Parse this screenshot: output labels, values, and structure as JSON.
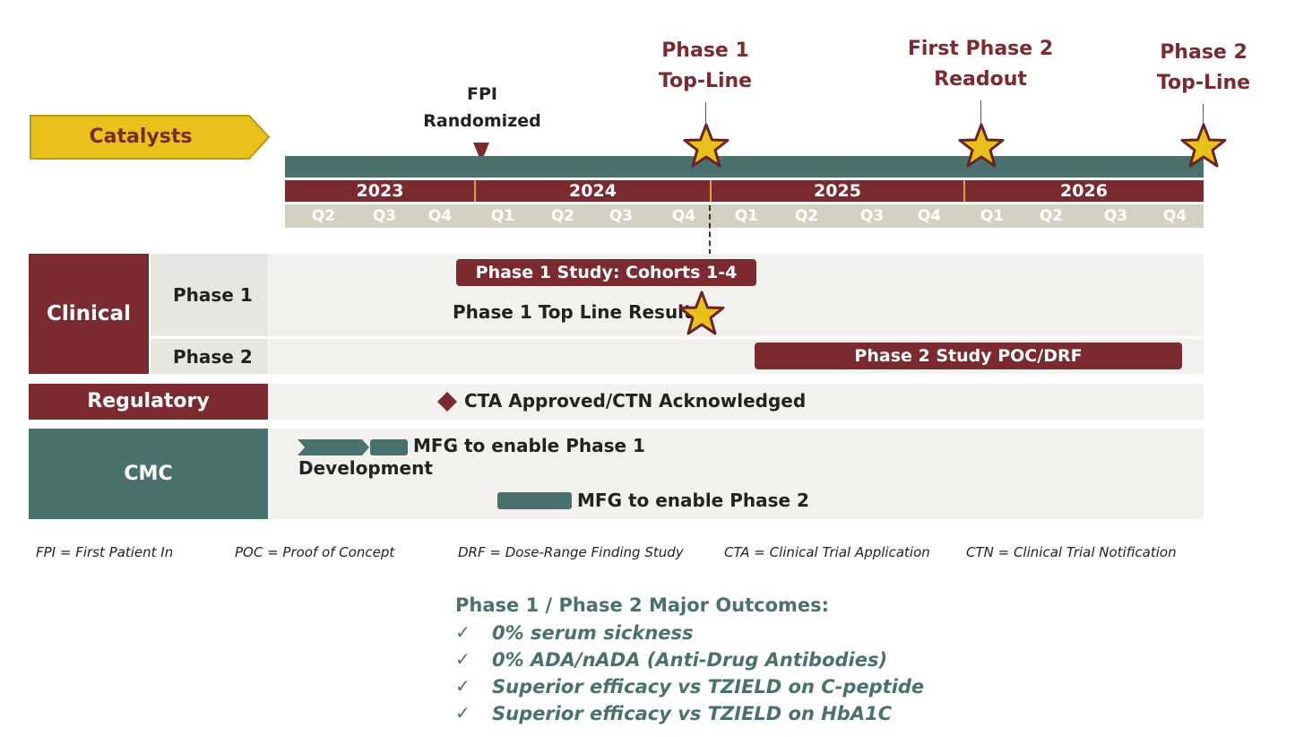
{
  "catalysts_label": "Catalysts",
  "timeline": {
    "years": [
      "2023",
      "2024",
      "2025",
      "2026"
    ],
    "quarters": [
      "Q2",
      "Q3",
      "Q4",
      "Q1",
      "Q2",
      "Q3",
      "Q4",
      "Q1",
      "Q2",
      "Q3",
      "Q4",
      "Q1",
      "Q2",
      "Q3",
      "Q4"
    ]
  },
  "milestones": {
    "fpi": {
      "line1": "FPI",
      "line2": "Randomized"
    },
    "phase1_topline": {
      "line1": "Phase 1",
      "line2": "Top-Line"
    },
    "phase2_readout": {
      "line1": "First Phase 2",
      "line2": "Readout"
    },
    "phase2_topline": {
      "line1": "Phase 2",
      "line2": "Top-Line"
    }
  },
  "sections": {
    "clinical": {
      "label": "Clinical",
      "phase1_label": "Phase 1",
      "phase2_label": "Phase 2",
      "phase1_study": "Phase 1 Study: Cohorts 1-4",
      "phase1_results": "Phase 1 Top Line Results",
      "phase2_study": "Phase 2 Study POC/DRF"
    },
    "regulatory": {
      "label": "Regulatory",
      "cta": "CTA Approved/CTN Acknowledged"
    },
    "cmc": {
      "label": "CMC",
      "mfg1": "MFG to enable Phase 1",
      "development": "Development",
      "mfg2": "MFG to enable Phase 2"
    }
  },
  "legend": [
    "FPI = First Patient In",
    "POC = Proof of Concept",
    "DRF = Dose-Range Finding Study",
    "CTA = Clinical Trial Application",
    "CTN =  Clinical Trial Notification"
  ],
  "outcomes": {
    "title": "Phase 1 / Phase 2 Major Outcomes:",
    "check": "✓",
    "items": [
      "0% serum sickness",
      "0% ADA/nADA (Anti-Drug Antibodies)",
      "Superior efficacy vs TZIELD on C-peptide",
      "Superior efficacy vs TZIELD on HbA1C"
    ]
  },
  "colors": {
    "maroon": "#7b2a2f",
    "teal": "#4a716d",
    "gold": "#e8c21a",
    "quarter_bar": "#d4d1c2",
    "lane": "#f2f1ee"
  }
}
